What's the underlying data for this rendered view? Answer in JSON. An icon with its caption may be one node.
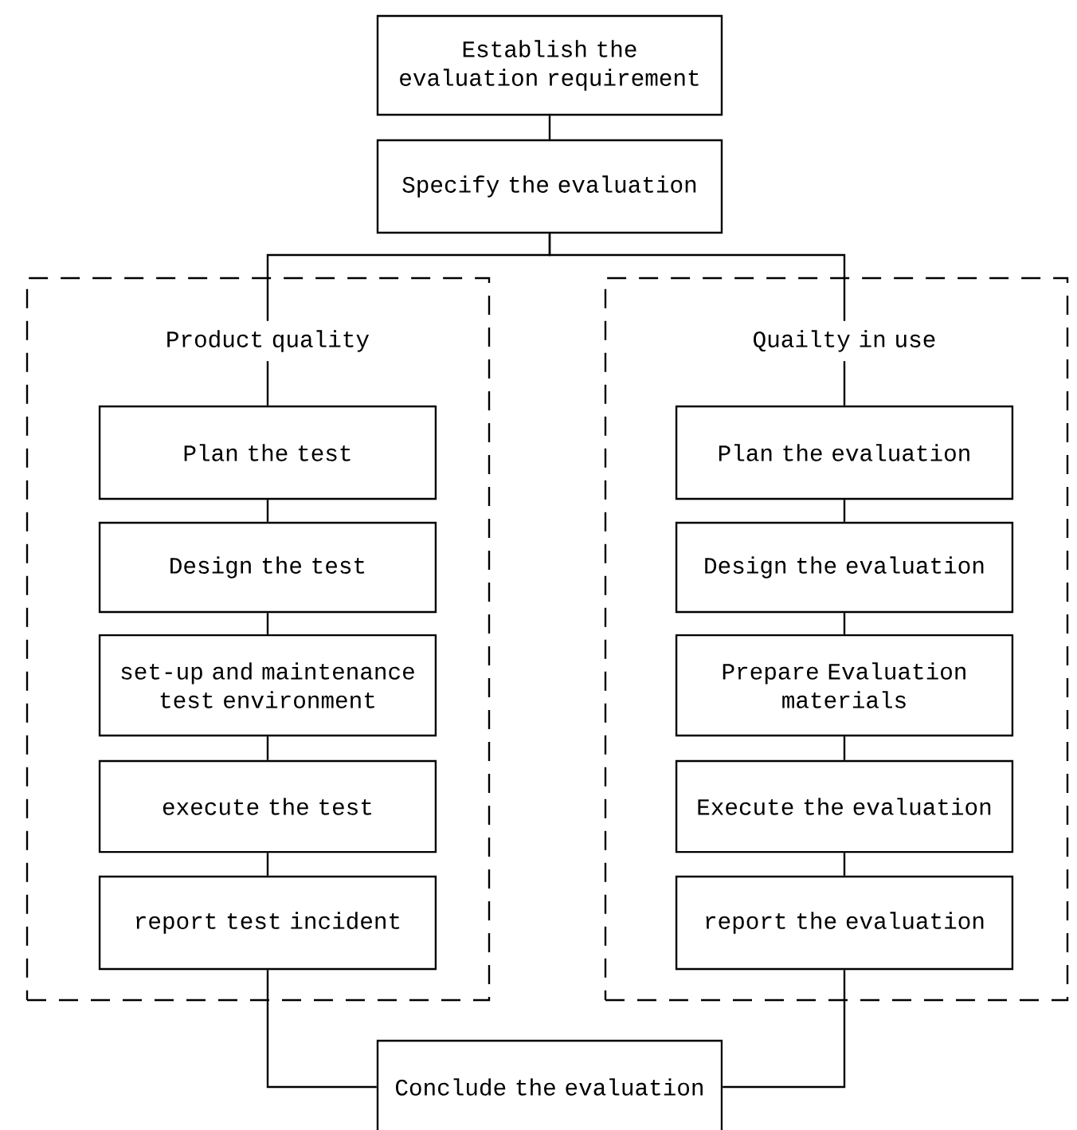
{
  "diagram": {
    "nodes": [
      {
        "text": [
          "Establish the evaluation requirement"
        ]
      },
      {
        "text": [
          "Specify the evaluation"
        ]
      },
      {
        "text": [],
        "shape": "box"
      },
      {
        "text": [
          "Product quality"
        ],
        "in": 2
      },
      {
        "text": [
          "Plan the test"
        ],
        "in": 2
      },
      {
        "text": [
          "Design the test"
        ],
        "in": 2
      },
      {
        "text": [
          "set-up and maintenance test environment"
        ],
        "in": 2
      },
      {
        "text": [
          "execute the test"
        ],
        "in": 2
      },
      {
        "text": [
          "report test incident"
        ],
        "in": 2
      },
      {
        "text": [],
        "shape": "box"
      },
      {
        "text": [
          "Quailty in use"
        ],
        "in": 9
      },
      {
        "text": [
          "Plan the evaluation"
        ],
        "in": 9
      },
      {
        "text": [
          "Design the evaluation"
        ],
        "in": 9
      },
      {
        "text": [
          "Prepare Evaluation materials"
        ],
        "in": 9
      },
      {
        "text": [
          "Execute the evaluation"
        ],
        "in": 9
      },
      {
        "text": [
          "report the evaluation"
        ],
        "in": 9
      },
      {
        "text": [
          "Conclude the evaluation"
        ]
      }
    ],
    "edges": [
      {
        "from": 0,
        "to": 1,
        "arrow": "none"
      },
      {
        "from": 1,
        "to": 3,
        "arrow": "none"
      },
      {
        "from": 1,
        "to": 10,
        "arrow": "none"
      },
      {
        "from": 3,
        "to": 4,
        "arrow": "none"
      },
      {
        "from": 4,
        "to": 5,
        "arrow": "none"
      },
      {
        "from": 5,
        "to": 6,
        "arrow": "none"
      },
      {
        "from": 6,
        "to": 7,
        "arrow": "none"
      },
      {
        "from": 7,
        "to": 8,
        "arrow": "none"
      },
      {
        "from": 10,
        "to": 11,
        "arrow": "none"
      },
      {
        "from": 11,
        "to": 12,
        "arrow": "none"
      },
      {
        "from": 12,
        "to": 13,
        "arrow": "none"
      },
      {
        "from": 13,
        "to": 14,
        "arrow": "none"
      },
      {
        "from": 14,
        "to": 15,
        "arrow": "none"
      },
      {
        "from": 8,
        "to": 16,
        "arrow": "none"
      },
      {
        "from": 15,
        "to": 16,
        "arrow": "none"
      }
    ]
  }
}
